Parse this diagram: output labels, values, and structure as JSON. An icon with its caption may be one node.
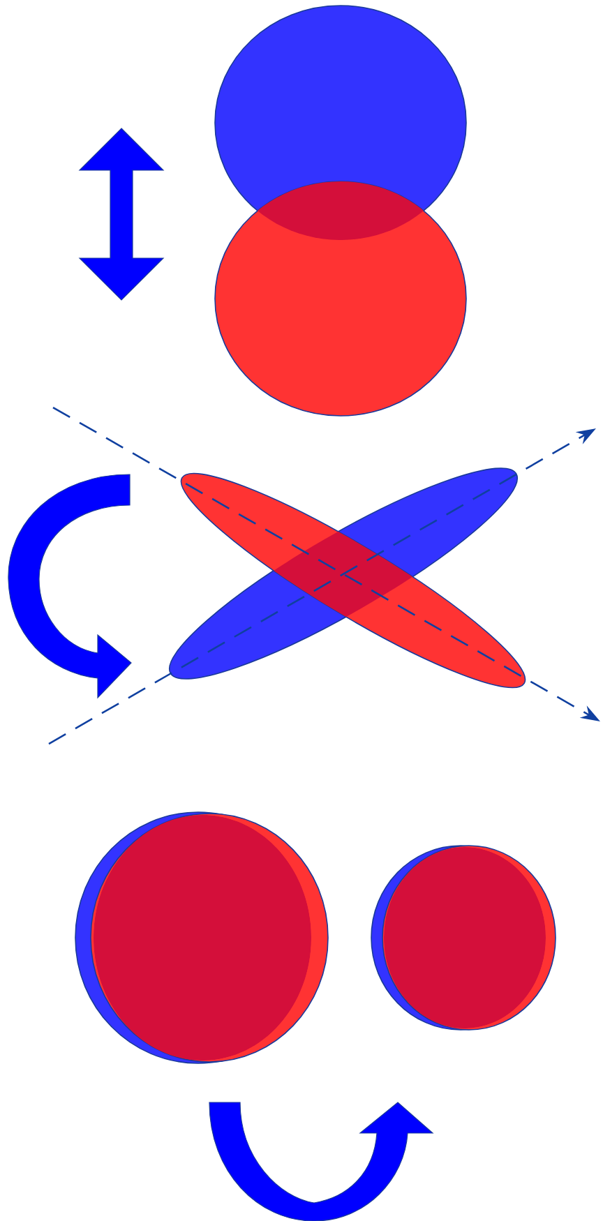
{
  "diagram": {
    "nodes": [
      {
        "text": [],
        "shape": "circle"
      },
      {
        "text": [],
        "shape": "circle"
      },
      {
        "text": [],
        "shape": "ellipse"
      },
      {
        "text": [],
        "shape": "ellipse"
      },
      {
        "text": [],
        "shape": "circle"
      },
      {
        "text": [],
        "shape": "circle"
      },
      {
        "text": [],
        "shape": "circle"
      },
      {
        "text": [],
        "shape": "circle"
      }
    ]
  }
}
